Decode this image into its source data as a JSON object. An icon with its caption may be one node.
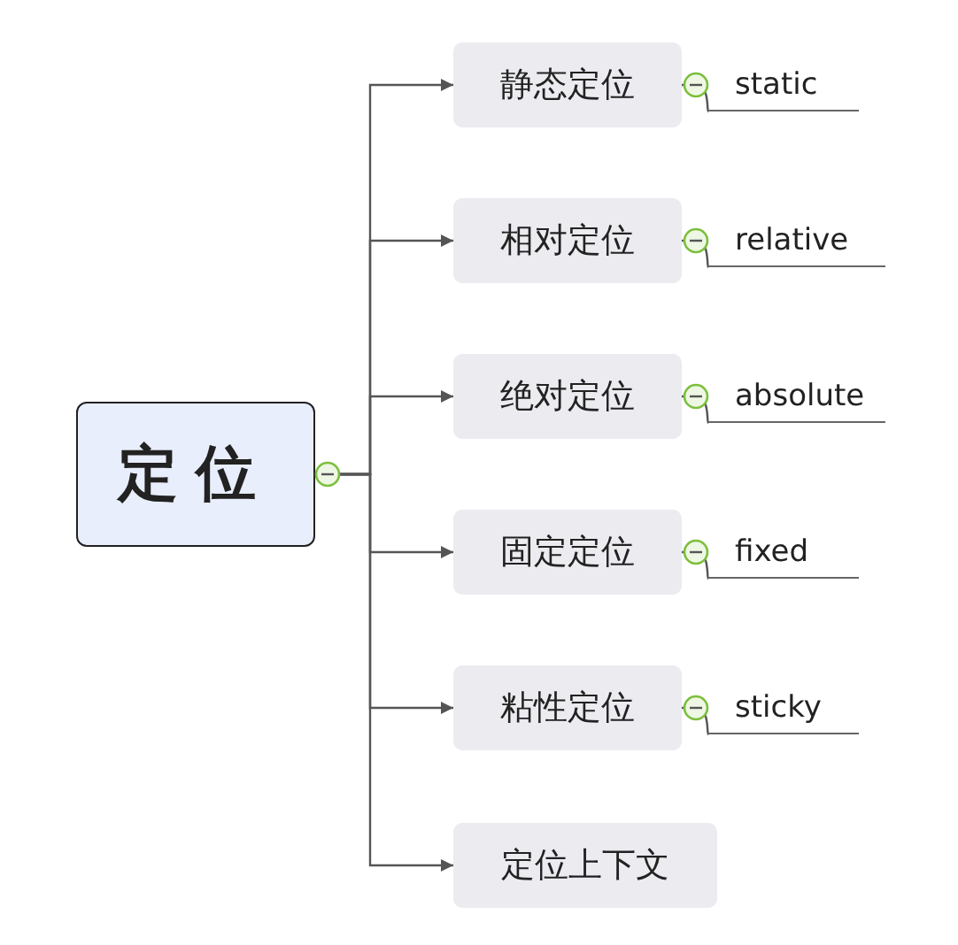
{
  "diagram": {
    "nodes": [
      {
        "text": [
          "定位"
        ]
      },
      {
        "text": [
          "静态定位"
        ]
      },
      {
        "text": [
          "相对定位"
        ]
      },
      {
        "text": [
          "绝对定位"
        ]
      },
      {
        "text": [
          "固定定位"
        ]
      },
      {
        "text": [
          "粘性定位"
        ]
      },
      {
        "text": [
          "定位上下文"
        ]
      },
      {
        "text": [
          "static"
        ]
      },
      {
        "text": [
          "relative"
        ]
      },
      {
        "text": [
          "absolute"
        ]
      },
      {
        "text": [
          "fixed"
        ]
      },
      {
        "text": [
          "sticky"
        ]
      }
    ],
    "edges": [
      {
        "from": 0,
        "to": 1,
        "arrow": "to"
      },
      {
        "from": 0,
        "to": 2,
        "arrow": "to"
      },
      {
        "from": 0,
        "to": 3,
        "arrow": "to"
      },
      {
        "from": 0,
        "to": 4,
        "arrow": "to"
      },
      {
        "from": 0,
        "to": 5,
        "arrow": "to"
      },
      {
        "from": 0,
        "to": 6,
        "arrow": "to"
      },
      {
        "from": 1,
        "to": 7,
        "arrow": "none"
      },
      {
        "from": 2,
        "to": 8,
        "arrow": "none"
      },
      {
        "from": 3,
        "to": 9,
        "arrow": "none"
      },
      {
        "from": 4,
        "to": 10,
        "arrow": "none"
      },
      {
        "from": 5,
        "to": 11,
        "arrow": "none"
      }
    ]
  }
}
